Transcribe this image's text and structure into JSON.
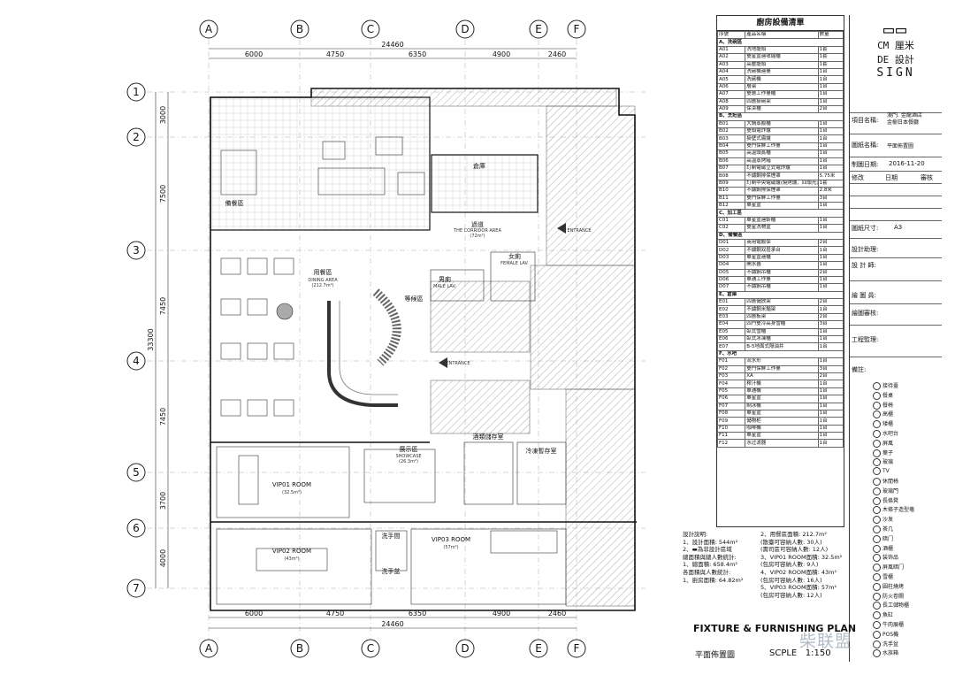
{
  "grid": {
    "columns": [
      "A",
      "B",
      "C",
      "D",
      "E",
      "F"
    ],
    "rows": [
      "1",
      "2",
      "3",
      "4",
      "5",
      "6",
      "7"
    ],
    "top_dims": [
      "6000",
      "4750",
      "6350",
      "4900",
      "2460"
    ],
    "overall_width": "24460",
    "left_dims": [
      "3000",
      "7500",
      "7450",
      "7450",
      "3700",
      "4000"
    ],
    "overall_height": "33300"
  },
  "rooms": {
    "staff_dining": "備餐區",
    "storage": "倉庫",
    "dining": "用餐區",
    "dining_en": "DINING AREA",
    "dining_area": "(212.7m²)",
    "corridor": "過道",
    "corridor_en": "THE CORRIDOR AREA",
    "corridor_area": "(72m²)",
    "entrance1": "ENTRANCE",
    "entrance2": "ENTRANCE",
    "male_wc": "男廁",
    "male_en": "MALE LAV.",
    "female_wc": "女廁",
    "female_en": "FEMALE LAV.",
    "waiting": "等候區",
    "showcase": "展示區",
    "showcase_en": "SHOWCASE",
    "showcase_area": "(26.3m²)",
    "wine_store": "酒類儲存室",
    "cold_store": "冷凍暫存室",
    "vip01": "VIP01 ROOM",
    "vip01_area": "(32.5m²)",
    "vip02": "VIP02 ROOM",
    "vip02_area": "(43m²)",
    "vip03": "VIP03 ROOM",
    "vip03_area": "(57m²)",
    "washroom": "洗手間",
    "kitchen_wash": "洗手盆"
  },
  "equipment": {
    "title": "廚房設備清單",
    "headers": [
      "序號",
      "產品名稱",
      "數量"
    ],
    "sections": [
      {
        "name": "A、洗碗區",
        "rows": [
          [
            "A01",
            "洗地龍頭",
            "1套"
          ],
          [
            "A02",
            "雙星盆連收縮櫃",
            "1套"
          ],
          [
            "A03",
            "高壓龍頭",
            "1套"
          ],
          [
            "A04",
            "洗碗機連臺",
            "1台"
          ],
          [
            "A05",
            "洗碗機",
            "1台"
          ],
          [
            "A06",
            "層架",
            "1台"
          ],
          [
            "A07",
            "雙層工作臺櫃",
            "1台"
          ],
          [
            "A08",
            "四層掛碗架",
            "1台"
          ],
          [
            "A09",
            "保潔櫃",
            "2台"
          ]
        ]
      },
      {
        "name": "B、烹飪區",
        "rows": [
          [
            "B01",
            "大鍋蒸飯櫃",
            "1台"
          ],
          [
            "B02",
            "雙頭電炸爐",
            "1台"
          ],
          [
            "B03",
            "掛壁式扁爐",
            "1台"
          ],
          [
            "B04",
            "雙門保鮮工作臺",
            "1台"
          ],
          [
            "B05",
            "高溫頭蒸櫃",
            "1台"
          ],
          [
            "B06",
            "高溫蒸烤箱",
            "1台"
          ],
          [
            "B07",
            "訂制電磁立式電炸爐",
            "1台"
          ],
          [
            "B08",
            "不鏽鋼排保煙罩",
            "5.75米"
          ],
          [
            "B09",
            "訂制中央電磁爐(燒烤爐、四頭光波爐、煮面爐、電餅鐺)",
            "1套"
          ],
          [
            "B10",
            "不鏽鋼排保煙罩",
            "2.8米"
          ],
          [
            "B11",
            "雙門保鮮工作臺",
            "3台"
          ],
          [
            "B12",
            "單星盆",
            "1台"
          ]
        ]
      },
      {
        "name": "C、加工區",
        "rows": [
          [
            "C01",
            "單星盆連斬櫃",
            "1台"
          ],
          [
            "C02",
            "雙星洗物盆",
            "1台"
          ]
        ]
      },
      {
        "name": "D、備餐區",
        "rows": [
          [
            "D01",
            "商用電飯保",
            "2台"
          ],
          [
            "D02",
            "不鏽鋼双层承台",
            "1台"
          ],
          [
            "D03",
            "單星盆連櫃",
            "1台"
          ],
          [
            "D04",
            "開水器",
            "1台"
          ],
          [
            "D05",
            "不鏽鋼吊櫃",
            "2台"
          ],
          [
            "D06",
            "單通工作臺",
            "1台"
          ],
          [
            "D07",
            "不鏽鋼吊櫃",
            "1台"
          ]
        ]
      },
      {
        "name": "E、倉庫",
        "rows": [
          [
            "E01",
            "四層儲放架",
            "2台"
          ],
          [
            "E02",
            "不鏽鋼米麵架",
            "1台"
          ],
          [
            "E03",
            "四層板架",
            "2台"
          ],
          [
            "E04",
            "四門雙冷高身雪櫃",
            "3台"
          ],
          [
            "E05",
            "臥式雪櫃",
            "1台"
          ],
          [
            "E06",
            "臥式冰凍櫃",
            "1台"
          ],
          [
            "E07",
            "B-5地面式隔油井",
            "1台"
          ]
        ]
      },
      {
        "name": "F、水吧",
        "rows": [
          [
            "F01",
            "流水形",
            "1台"
          ],
          [
            "F02",
            "雙門保鮮工作臺",
            "3台"
          ],
          [
            "F03",
            "XA",
            "2台"
          ],
          [
            "F04",
            "榨汁機",
            "1台"
          ],
          [
            "F05",
            "單通機",
            "1台"
          ],
          [
            "F06",
            "單星盆",
            "1台"
          ],
          [
            "F07",
            "制冰機",
            "1台"
          ],
          [
            "F08",
            "單星盆",
            "1台"
          ],
          [
            "F09",
            "儲物柜",
            "1台"
          ],
          [
            "F10",
            "咖啡機",
            "1台"
          ],
          [
            "F11",
            "單星盆",
            "1台"
          ],
          [
            "F12",
            "水过滤器",
            "1台"
          ]
        ]
      }
    ]
  },
  "title_block": {
    "logo_line1": "CM 厘米",
    "logo_line2": "DE 設計",
    "logo_line3": "SIGN",
    "project_label": "項目名稱:",
    "project_value1": "澳門. 金龍酒店",
    "project_value2": "金樹日本餐廳",
    "drawing_label": "圖紙名稱:",
    "drawing_value": "平面佈置圖",
    "date_label": "制圖日期:",
    "date_value": "2016-11-20",
    "rev_headers": [
      "修改",
      "日期",
      "審核"
    ],
    "size_label": "圖紙尺寸:",
    "size_value": "A3",
    "asst_label": "設計助理:",
    "designer_label": "設 計 師:",
    "drafter_label": "繪 圖 員:",
    "reviewer_label": "繪圖審核:",
    "supervisor_label": "工程監理:",
    "remark_label": "備註:",
    "legend": [
      "接待臺",
      "餐桌",
      "餐椅",
      "高櫃",
      "矮櫃",
      "水吧台",
      "屏風",
      "葉子",
      "玻璃",
      "TV",
      "休閒椅",
      "玻璃門",
      "長條凳",
      "木條子造型墻",
      "沙发",
      "茶几",
      "暗门",
      "酒櫃",
      "装饰品",
      "屏風暗门",
      "雪櫃",
      "圓柱燒烤",
      "防火卷閘",
      "長工儲物櫃",
      "魚缸",
      "牛肉展櫃",
      "POS機",
      "洗手盆",
      "水族箱"
    ]
  },
  "notes": {
    "heading": "設計說明:",
    "lines_left": [
      "1、設計面積: 544m²",
      "2、▬為非設計區域",
      "總面積與總人數統計:",
      "1、總面積: 658.4m²",
      "各面積與人數統計:",
      "1、廚房面積: 64.82m²"
    ],
    "lines_right": [
      "2、用餐區面積: 212.7m²",
      "(散臺可容納人數: 30人)",
      "(壽司區可容納人數: 12人)",
      "3、VIP01 ROOM面積: 32.5m²",
      "(包房可容納人數: 9人)",
      "4、VIP02 ROOM面積: 43m²",
      "(包房可容納人數: 16人)",
      "5、VIP03 ROOM面積: 57m²",
      "(包房可容納人數: 12人)"
    ]
  },
  "footer": {
    "title": "FIXTURE & FURNISHING PLAN",
    "subtitle": "平面佈置圖",
    "scale_label": "SCPLE",
    "scale_value": "1:150",
    "watermark": "柴联盟"
  }
}
